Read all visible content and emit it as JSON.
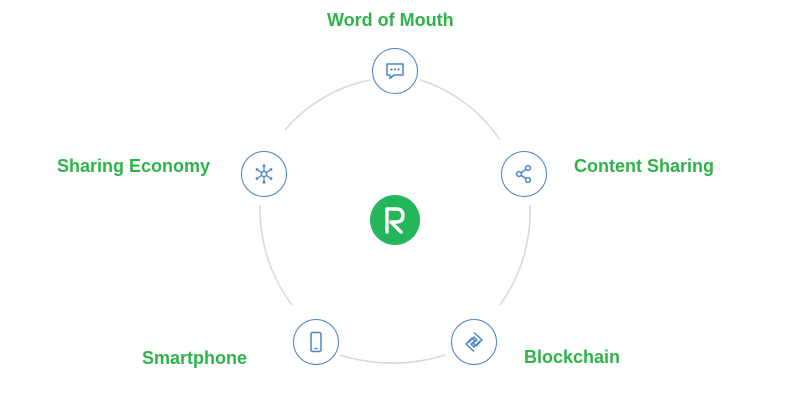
{
  "colors": {
    "accent_green": "#2db34a",
    "hub_green": "#25b55a",
    "node_blue": "#4a86c8",
    "ring_gray": "#d8d8d8"
  },
  "hub": {
    "logo_text": "R",
    "icon": "r-logo-icon"
  },
  "nodes": [
    {
      "label": "Word of Mouth",
      "icon": "chat-bubble-icon"
    },
    {
      "label": "Content Sharing",
      "icon": "share-icon"
    },
    {
      "label": "Blockchain",
      "icon": "blockchain-icon"
    },
    {
      "label": "Smartphone",
      "icon": "smartphone-icon"
    },
    {
      "label": "Sharing Economy",
      "icon": "network-hub-icon"
    }
  ]
}
